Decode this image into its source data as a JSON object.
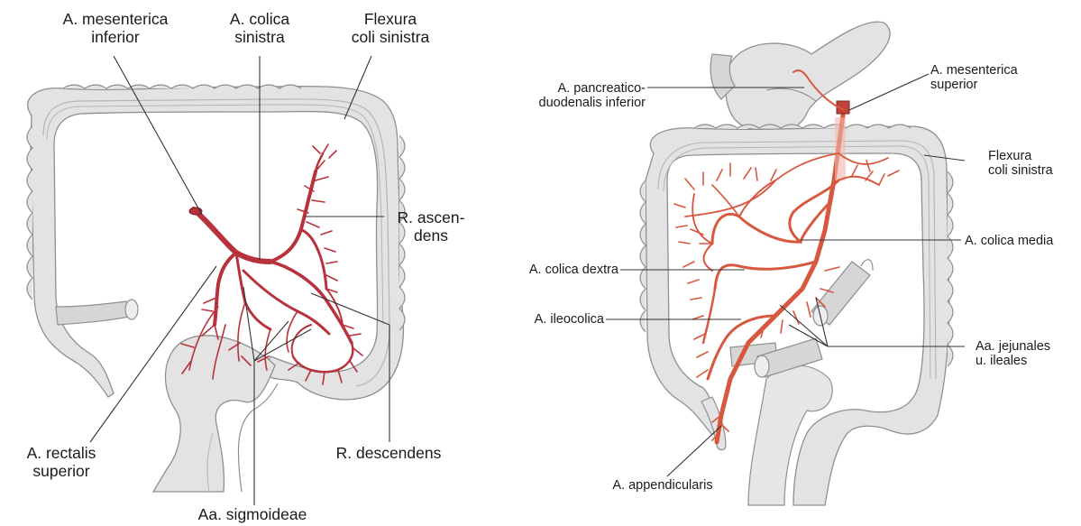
{
  "colors": {
    "organ_fill": "#e3e3e3",
    "organ_stroke": "#8f8f8f",
    "artery_left": "#b8323d",
    "artery_right": "#d8573f",
    "leader": "#333333"
  },
  "left": {
    "labels": {
      "mesenterica_inferior": [
        "A. mesenterica",
        "inferior"
      ],
      "colica_sinistra": [
        "A. colica",
        "sinistra"
      ],
      "flexura": [
        "Flexura",
        "coli sinistra"
      ],
      "ascendens": [
        "R. ascen-",
        "dens"
      ],
      "rectalis": [
        "A. rectalis",
        "superior"
      ],
      "sigmoideae": "Aa. sigmoideae",
      "descendens": "R. descendens"
    }
  },
  "right": {
    "labels": {
      "pancreatico": [
        "A. pancreatico-",
        "duodenalis inferior"
      ],
      "mesenterica_superior": [
        "A. mesenterica",
        "superior"
      ],
      "flexura": [
        "Flexura",
        "coli sinistra"
      ],
      "colica_media": "A. colica media",
      "colica_dextra": "A. colica dextra",
      "ileocolica": "A. ileocolica",
      "jejunales": [
        "Aa. jejunales",
        "u. ileales"
      ],
      "appendicularis": "A. appendicularis"
    }
  }
}
